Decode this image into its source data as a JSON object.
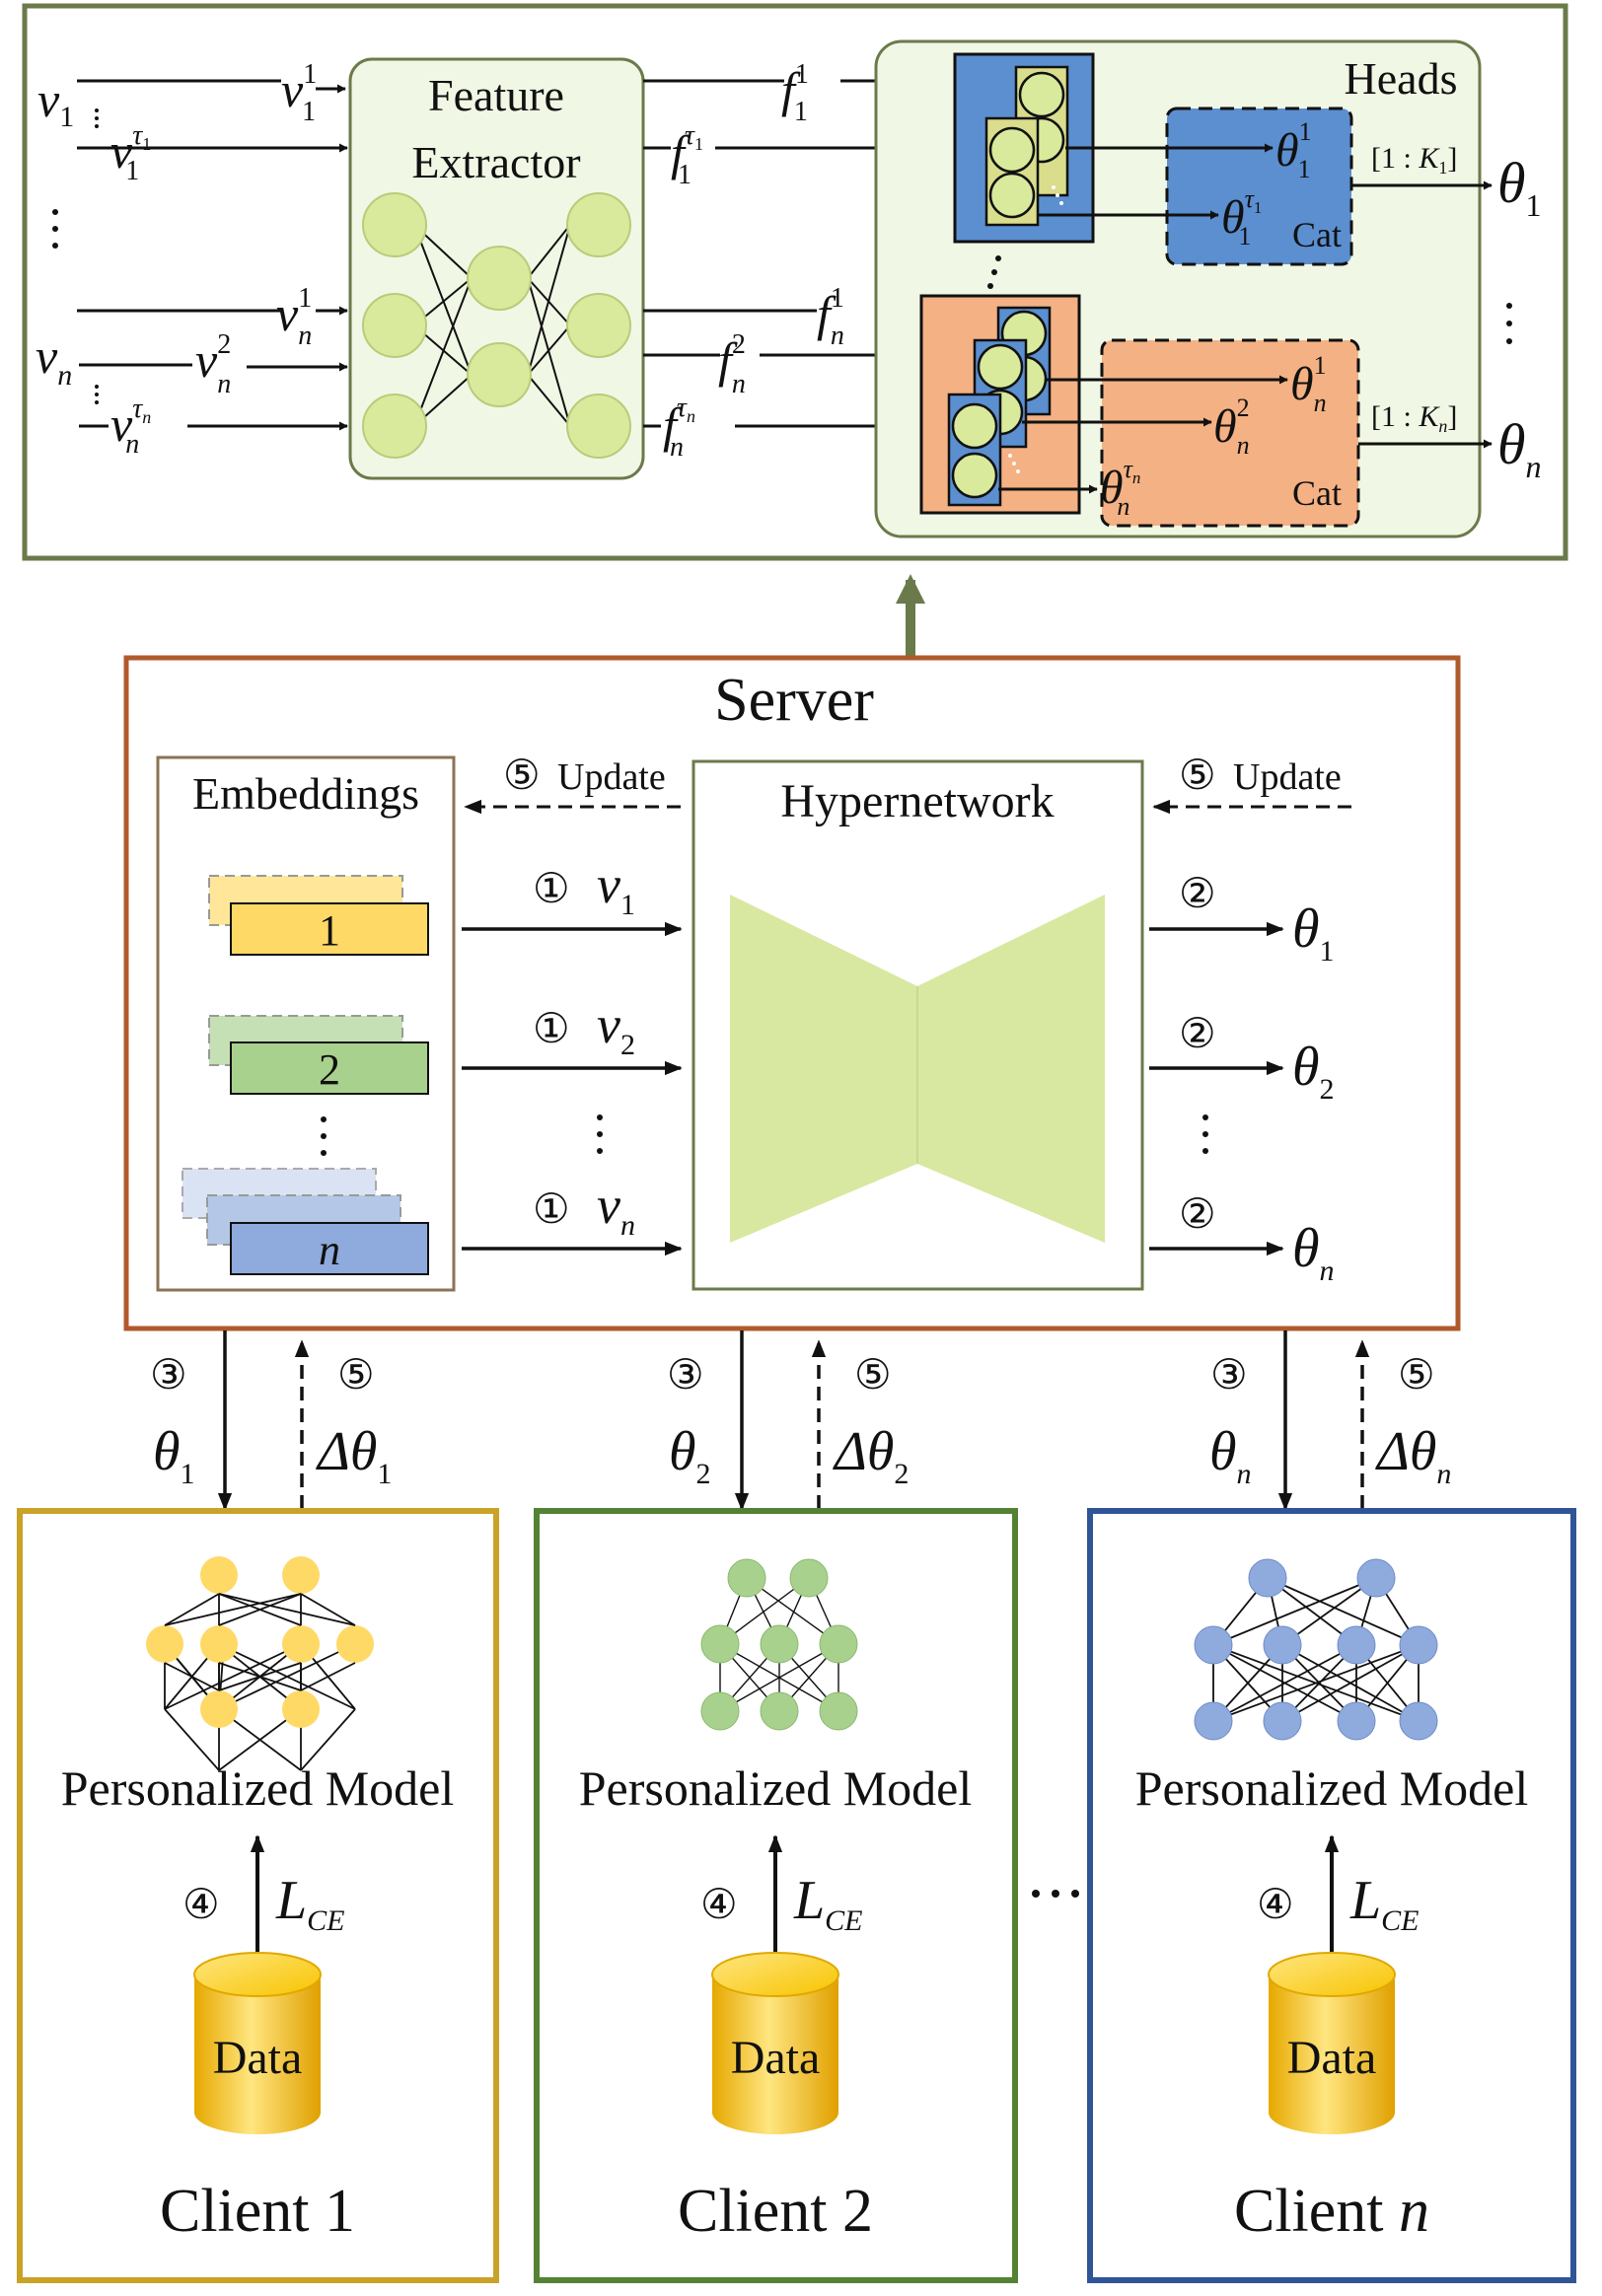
{
  "top": {
    "feature_extractor": [
      "Feature",
      "Extractor"
    ],
    "heads_label": "Heads",
    "cat_label": "Cat",
    "inputs": {
      "v1_base": "v",
      "v1_sub": "1",
      "vn_base": "v",
      "vn_sub": "n",
      "v11": {
        "base": "v",
        "sup": "1",
        "sub": "1"
      },
      "v1tau": {
        "base": "v",
        "sup": "τ",
        "supsub": "1",
        "sub": "1"
      },
      "vn1": {
        "base": "v",
        "sup": "1",
        "sub": "n"
      },
      "vn2": {
        "base": "v",
        "sup": "2",
        "sub": "n"
      },
      "vntau": {
        "base": "v",
        "sup": "τ",
        "supsub": "n",
        "sub": "n"
      }
    },
    "features": {
      "f11": {
        "base": "f",
        "sup": "1",
        "sub": "1"
      },
      "f1tau": {
        "base": "f",
        "sup": "τ",
        "supsub": "1",
        "sub": "1"
      },
      "fn1": {
        "base": "f",
        "sup": "1",
        "sub": "n"
      },
      "fn2": {
        "base": "f",
        "sup": "2",
        "sub": "n"
      },
      "fntau": {
        "base": "f",
        "sup": "τ",
        "supsub": "n",
        "sub": "n"
      }
    },
    "head_outputs": {
      "t11": {
        "base": "θ",
        "sup": "1",
        "sub": "1"
      },
      "t1tau": {
        "base": "θ",
        "sup": "τ",
        "supsub": "1",
        "sub": "1"
      },
      "tn1": {
        "base": "θ",
        "sup": "1",
        "sub": "n"
      },
      "tn2": {
        "base": "θ",
        "sup": "2",
        "sub": "n"
      },
      "tntau": {
        "base": "θ",
        "sup": "τ",
        "supsub": "n",
        "sub": "n"
      }
    },
    "range1": {
      "pre": "[1 : ",
      "k": "K",
      "sub": "1",
      "post": "]"
    },
    "rangen": {
      "pre": "[1 : ",
      "k": "K",
      "sub": "n",
      "post": "]"
    },
    "theta1": {
      "base": "θ",
      "sub": "1"
    },
    "thetan": {
      "base": "θ",
      "sub": "n"
    }
  },
  "server": {
    "title": "Server",
    "embeddings_label": "Embeddings",
    "hypernetwork_label": "Hypernetwork",
    "update_label": "Update",
    "step1": "①",
    "step2": "②",
    "step3": "③",
    "step4": "④",
    "step5": "⑤",
    "embeddings": [
      {
        "label": "1",
        "color": "#ffd966"
      },
      {
        "label": "2",
        "color": "#a9d18e"
      },
      {
        "label": "n",
        "color": "#8faadc"
      }
    ],
    "vectors": [
      {
        "base": "v",
        "sub": "1"
      },
      {
        "base": "v",
        "sub": "2"
      },
      {
        "base": "v",
        "sub": "n"
      }
    ],
    "thetas": [
      {
        "base": "θ",
        "sub": "1"
      },
      {
        "base": "θ",
        "sub": "2"
      },
      {
        "base": "θ",
        "sub": "n"
      }
    ]
  },
  "clients": [
    {
      "name": "Client 1",
      "name_base": "Client ",
      "name_num": "1",
      "num_italic": false,
      "theta": {
        "base": "θ",
        "sub": "1"
      },
      "delta": {
        "base": "Δθ",
        "sub": "1"
      },
      "model_label": "Personalized Model",
      "loss": {
        "base": "L",
        "sub": "CE"
      },
      "data_label": "Data",
      "border_color": "#c9a227",
      "node_color": "#ffd966"
    },
    {
      "name": "Client 2",
      "name_base": "Client ",
      "name_num": "2",
      "num_italic": false,
      "theta": {
        "base": "θ",
        "sub": "2"
      },
      "delta": {
        "base": "Δθ",
        "sub": "2"
      },
      "model_label": "Personalized Model",
      "loss": {
        "base": "L",
        "sub": "CE"
      },
      "data_label": "Data",
      "border_color": "#548235",
      "node_color": "#a9d18e"
    },
    {
      "name": "Client n",
      "name_base": "Client ",
      "name_num": "n",
      "num_italic": true,
      "theta": {
        "base": "θ",
        "sub": "n"
      },
      "delta": {
        "base": "Δθ",
        "sub": "n"
      },
      "model_label": "Personalized Model",
      "loss": {
        "base": "L",
        "sub": "CE"
      },
      "data_label": "Data",
      "border_color": "#2f5597",
      "node_color": "#8faadc"
    }
  ],
  "colors": {
    "top_border": "#6b7a4a",
    "server_border": "#b05a2c",
    "fe_fill": "#f1f7e5",
    "node_green": "#d9ea9c",
    "hyper_fill": "#d8e8a0",
    "head_blue": "#5b8fd0",
    "head_orange": "#f4b183",
    "arrow_green": "#6b7a4a"
  }
}
